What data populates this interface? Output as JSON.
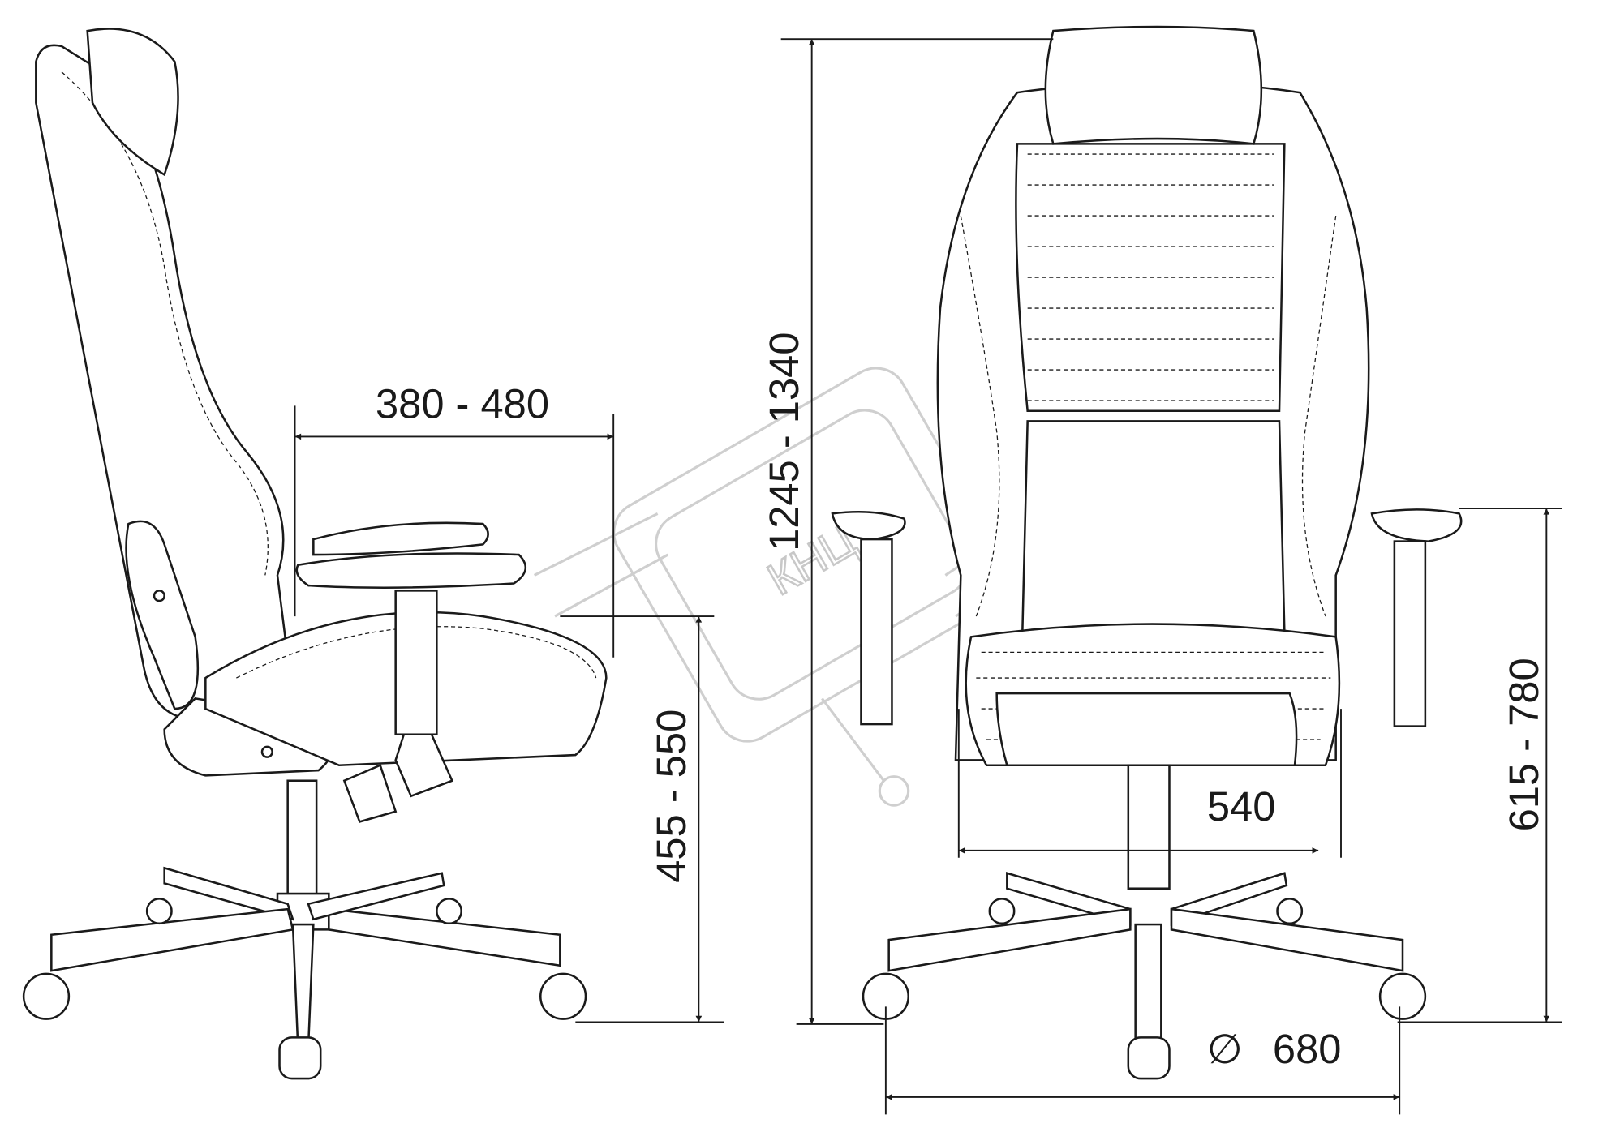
{
  "dimensions": {
    "seat_depth": "380 - 480",
    "seat_height": "455 - 550",
    "total_height": "1245 - 1340",
    "seat_width": "540",
    "armrest_height": "615 - 780",
    "base_diameter_symbol": "∅",
    "base_diameter": "680"
  },
  "watermark": {
    "text": "КНЦ"
  },
  "colors": {
    "line": "#1a1a1a",
    "watermark": "#cfcfcf"
  }
}
